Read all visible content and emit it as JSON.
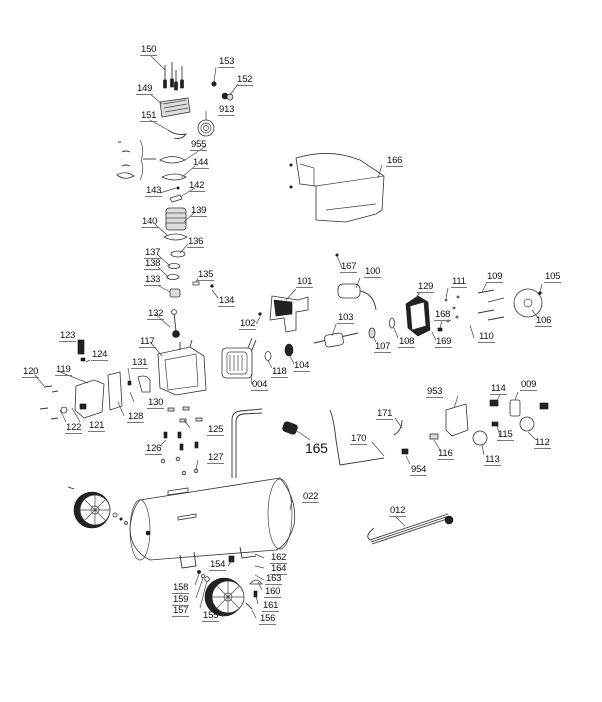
{
  "diagram": {
    "title": "Exploded parts view - air compressor",
    "parts": {
      "p150": "150",
      "p153": "153",
      "p152": "152",
      "p149": "149",
      "p913": "913",
      "p151": "151",
      "p955": "955",
      "p144": "144",
      "p143": "143",
      "p142": "142",
      "p139": "139",
      "p140": "140",
      "p136": "136",
      "p137": "137",
      "p138": "138",
      "p133": "133",
      "p135": "135",
      "p134": "134",
      "p132": "132",
      "p123": "123",
      "p124": "124",
      "p117": "117",
      "p131": "131",
      "p120": "120",
      "p119": "119",
      "p130": "130",
      "p128": "128",
      "p122": "122",
      "p121": "121",
      "p125": "125",
      "p126": "126",
      "p127": "127",
      "p165": "165",
      "p022": "022",
      "p154": "154",
      "p158": "158",
      "p159": "159",
      "p157": "157",
      "p155": "155",
      "p162": "162",
      "p164": "164",
      "p163": "163",
      "p160": "160",
      "p161": "161",
      "p156": "156",
      "p166": "166",
      "p167": "167",
      "p100": "100",
      "p101": "101",
      "p102": "102",
      "p103": "103",
      "p107": "107",
      "p108": "108",
      "p004": "004",
      "p118": "118",
      "p104": "104",
      "p129": "129",
      "p111": "111",
      "p109": "109",
      "p105": "105",
      "p168": "168",
      "p169": "169",
      "p110": "110",
      "p106": "106",
      "p953": "953",
      "p114": "114",
      "p009": "009",
      "p171": "171",
      "p170": "170",
      "p954": "954",
      "p116": "116",
      "p115": "115",
      "p113": "113",
      "p112": "112",
      "p012": "012"
    }
  }
}
